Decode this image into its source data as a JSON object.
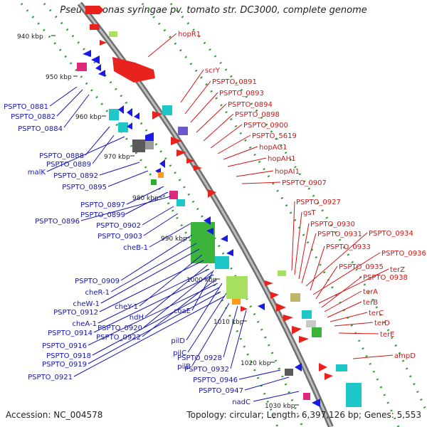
{
  "header": {
    "title": "Pseudomonas syringae pv. tomato str. DC3000, complete genome"
  },
  "footer": {
    "accession": "Accession: NC_004578",
    "summary": "Topology: circular; Length: 6,397,126 bp; Genes: 5,553"
  },
  "ruler": {
    "ticks": [
      "940 kbp",
      "950 kbp",
      "960 kbp",
      "970 kbp",
      "980 kbp",
      "990 kbp",
      "1000 kbp",
      "1010 kbp",
      "1020 kbp",
      "1030 kbp"
    ]
  },
  "labels": {
    "left": [
      "PSPTO_0881",
      "PSPTO_0882",
      "PSPTO_0884",
      "PSPTO_0888",
      "PSPTO_0889",
      "malK",
      "PSPTO_0892",
      "PSPTO_0895",
      "PSPTO_0897",
      "PSPTO_0899",
      "PSPTO_0896",
      "PSPTO_0902",
      "PSPTO_0903",
      "cheB-1",
      "PSPTO_0909",
      "cheR-1",
      "cheW-1",
      "cheY-1",
      "PSPTO_0912",
      "ndH",
      "coaE",
      "cheA-1",
      "PSPTO_0920",
      "PSPTO_0914",
      "PSPTO_0922",
      "pilD",
      "pilC",
      "PSPTO_0916",
      "pilB",
      "PSPTO_0918",
      "PSPTO_0928",
      "PSPTO_0919",
      "PSPTO_0932",
      "PSPTO_0921",
      "PSPTO_0946",
      "PSPTO_0947",
      "nadC"
    ],
    "right": [
      "hopR1",
      "scrY",
      "PSPTO_0891",
      "PSPTO_0893",
      "PSPTO_0894",
      "PSPTO_0898",
      "PSPTO_0900",
      "PSPTO_5619",
      "hopAG1",
      "hopAH1",
      "hopAI1",
      "PSPTO_0907",
      "PSPTO_0927",
      "gsT",
      "PSPTO_0930",
      "PSPTO_0931",
      "PSPTO_0934",
      "PSPTO_0933",
      "PSPTO_0936",
      "PSPTO_0935",
      "terZ",
      "PSPTO_0938",
      "terA",
      "terB",
      "terC",
      "terD",
      "terE",
      "ampD"
    ]
  },
  "colors": {
    "forward_cds": "#e8231d",
    "reverse_cds": "#1a1ae6",
    "backbone": "#9a9a9a",
    "left_label": "#1515b0",
    "right_label": "#d41414",
    "tick_label": "#222222"
  }
}
